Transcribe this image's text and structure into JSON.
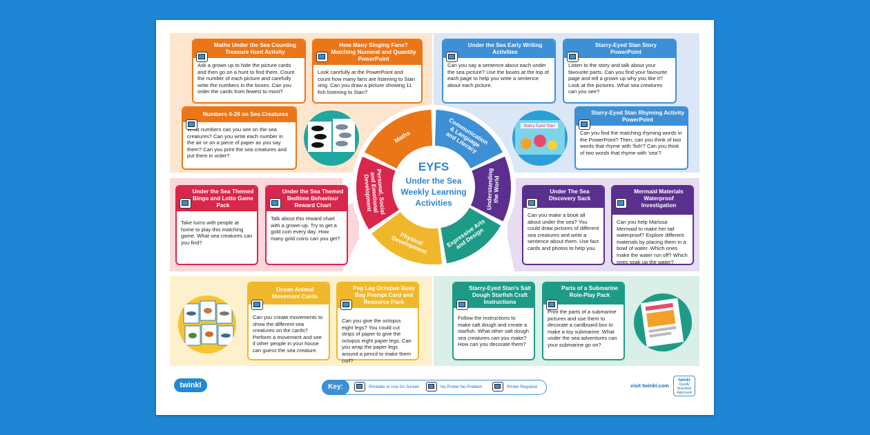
{
  "centre": {
    "line1": "EYFS",
    "line2": "Under the Sea",
    "line3": "Weekly Learning",
    "line4": "Activities"
  },
  "segments": {
    "maths": "Maths",
    "communication": [
      "Communication",
      "& Language",
      "and Literacy"
    ],
    "understanding": [
      "Understanding",
      "the World"
    ],
    "expressive": [
      "Expressive Arts",
      "and Design"
    ],
    "physical": [
      "Physical",
      "Development"
    ],
    "personal": [
      "Personal, Social",
      "and Emotional",
      "Development"
    ]
  },
  "cards": {
    "counting": {
      "title": "Maths Under the Sea Counting Treasure Hunt Activity",
      "body": "Ask a grown up to hide the picture cards and then go on a hunt to find them. Count the number of each picture and carefully write the numbers in the boxes. Can you order the cards from fewest to most?"
    },
    "singing": {
      "title": "How Many Singing Fans? Matching Numeral and Quantity PowerPoint",
      "body": "Look carefully at the PowerPoint and count how many fans are listening to Stan sing. Can you draw a picture showing 11 fish listening to Stan?"
    },
    "numbers": {
      "title": "Numbers 0-20 on Sea Creatures",
      "body": "What numbers can you see on the sea creatures? Can you write each number in the air or on a piece of paper as you say them? Can you print the sea creatures and put them in order?"
    },
    "writing": {
      "title": "Under the Sea Early Writing Activities",
      "body": "Can you say a sentence about each under the sea picture? Use the boxes at the top of each page to help you write a sentence about each picture."
    },
    "story": {
      "title": "Starry-Eyed Stan Story PowerPoint",
      "body": "Listen to the story and talk about your favourite parts. Can you find your favourite page and tell a grown up why you like it? Look at the pictures. What sea creatures can you see?"
    },
    "rhyming": {
      "title": "Starry-Eyed Stan Rhyming Activity PowerPoint",
      "body": "Can you find the matching rhyming words in the PowerPoint? Then, can you think of two words that rhyme with 'fish'? Can you think of two words that rhyme with 'sea'?"
    },
    "bingo": {
      "title": "Under the Sea Themed Bingo and Lotto Game Pack",
      "body": "Take turns with people at home to play this matching game. What sea creatures can you find?"
    },
    "reward": {
      "title": "Under the Sea Themed Bedtime Behaviour Reward Chart",
      "body": "Talk about this reward chart with a grown-up. Try to get a gold coin every day. How many gold coins can you get?"
    },
    "sack": {
      "title": "Under The Sea Discovery Sack",
      "body": "Can you make a book all about under the sea? You could draw pictures of different sea creatures and write a sentence about them. Use fact cards and photos to help you."
    },
    "mermaid": {
      "title": "Mermaid Materials Waterproof Investigation",
      "body": "Can you help Marissa Mermaid to make her tail waterproof? Explore different materials by placing them in a bowl of water. Which ones make the water run off? Which ones soak up the water?"
    },
    "movement": {
      "title": "Ocean Animal Movement Cards",
      "body": "Can you create movements to show the different sea creatures on the cards? Perform a movement and see if other people in your house can guess the sea creature."
    },
    "octopus": {
      "title": "Peg Leg Octopus Busy Bag Prompt Card and Resource Pack",
      "body": "Can you give the octopus eight legs? You could cut strips of paper to give the octopus eight paper legs. Can you wrap the paper legs around a pencil to make them curl?"
    },
    "starfish": {
      "title": "Starry-Eyed Stan's Salt Dough Starfish Craft Instructions",
      "body": "Follow the instructions to make salt dough and create a starfish. What other salt dough sea creatures can you make? How can you decorate them?"
    },
    "submarine": {
      "title": "Parts of a Submarine Role-Play Pack",
      "body": "Print the parts of a submarine pictures and use them to decorate a cardboard box to make a toy submarine. What under the sea adventures can your submarine go on?"
    }
  },
  "footer": {
    "logo": "twinkl",
    "key_label": "Key:",
    "key_items": [
      "Printable or Use On Screen",
      "No Printer No Problem",
      "Printer Required"
    ],
    "visit": "visit twinkl.com",
    "badge": [
      "twinkl",
      "Quality Standard",
      "Approved"
    ]
  },
  "thumbs": {
    "story_cover": "Starry-Eyed Stan"
  },
  "colors": {
    "maths": "#ea7618",
    "communication": "#3d8fd6",
    "understanding": "#5b2f8e",
    "expressive": "#1e9b87",
    "physical": "#f1b72a",
    "personal": "#d9264b",
    "background": "#1e86d4"
  }
}
